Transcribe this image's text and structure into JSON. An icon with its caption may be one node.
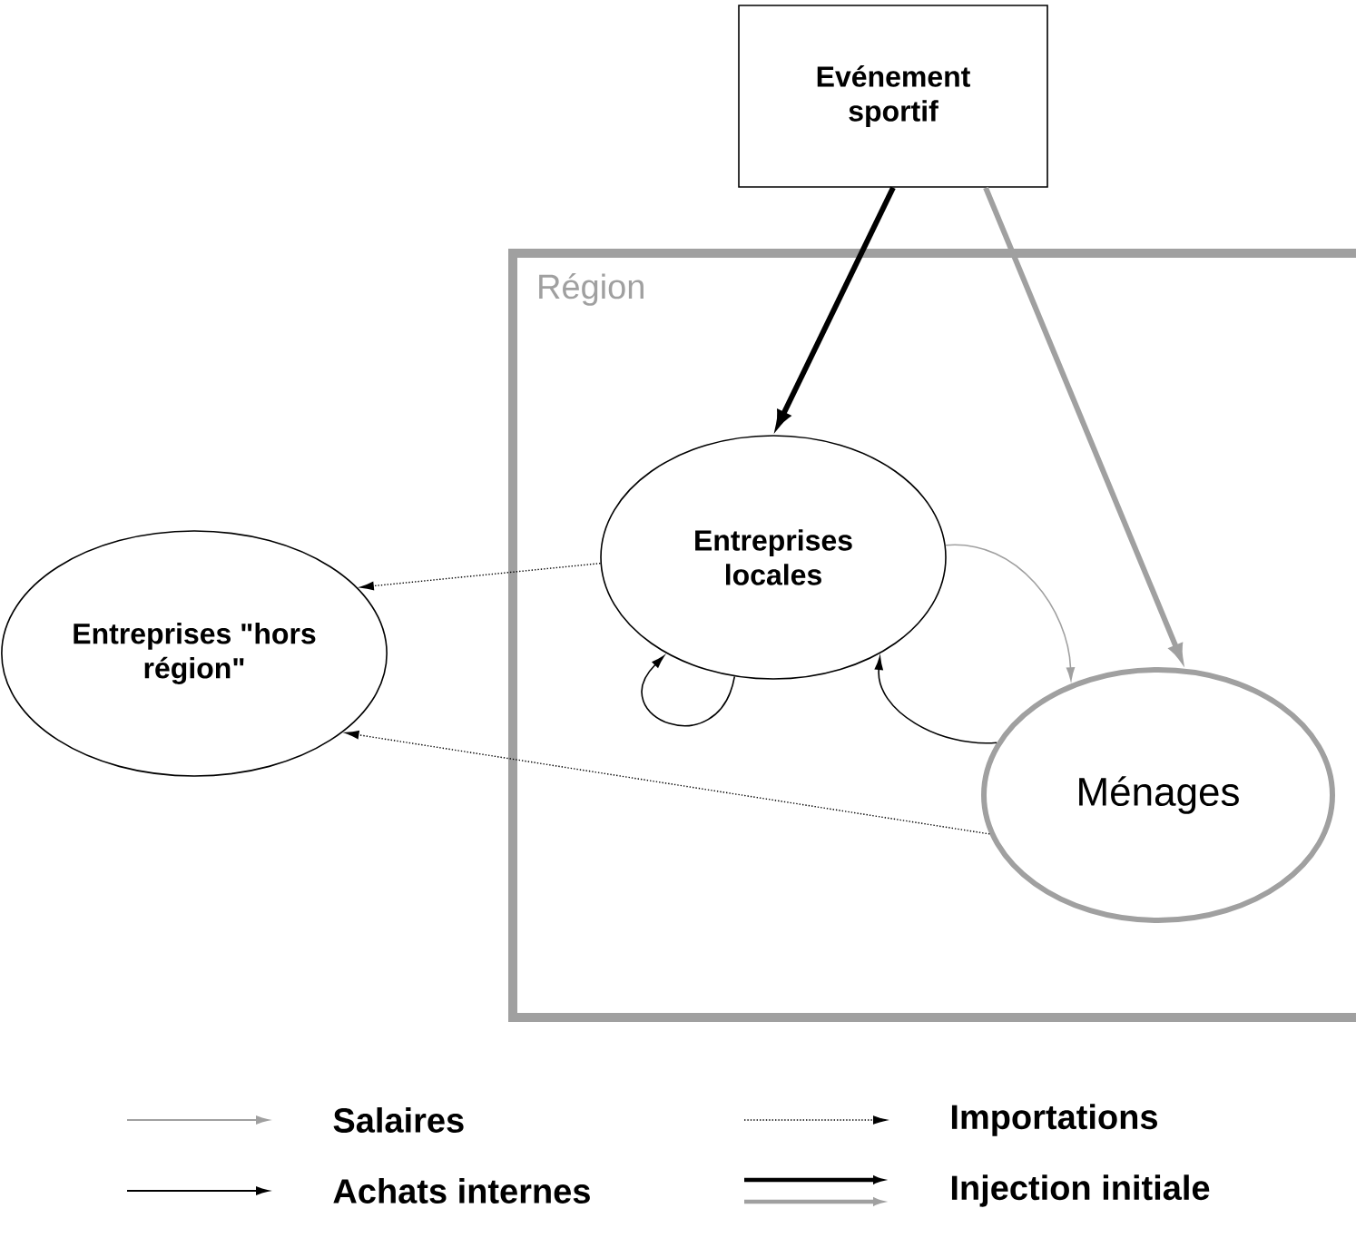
{
  "diagram": {
    "nodes": [
      {
        "text": [
          "Evénement sportif"
        ]
      },
      {
        "text": [
          "Région"
        ]
      },
      {
        "text": [
          "Entreprises locales"
        ],
        "in": 1
      },
      {
        "text": [
          "Entreprises \"hors région\""
        ]
      },
      {
        "text": [
          "Ménages"
        ],
        "in": 1
      }
    ],
    "edges": [
      {
        "from": 0,
        "to": 2,
        "arrow": "to",
        "style": "thick"
      },
      {
        "from": 0,
        "to": 4,
        "arrow": "to",
        "style": "thick",
        "color": "#a0a0a0"
      },
      {
        "from": 2,
        "to": 3,
        "arrow": "to",
        "style": "dashed"
      },
      {
        "from": 2,
        "to": 2,
        "arrow": "to"
      },
      {
        "from": 2,
        "to": 4,
        "arrow": "to",
        "color": "#a0a0a0"
      },
      {
        "from": 4,
        "to": 2,
        "arrow": "to"
      },
      {
        "from": 4,
        "to": 3,
        "arrow": "to",
        "style": "dashed"
      }
    ],
    "legend": [
      {
        "text": "Salaires"
      },
      {
        "text": "Importations"
      },
      {
        "text": "Achats internes"
      },
      {
        "text": "Injection initiale"
      }
    ]
  }
}
